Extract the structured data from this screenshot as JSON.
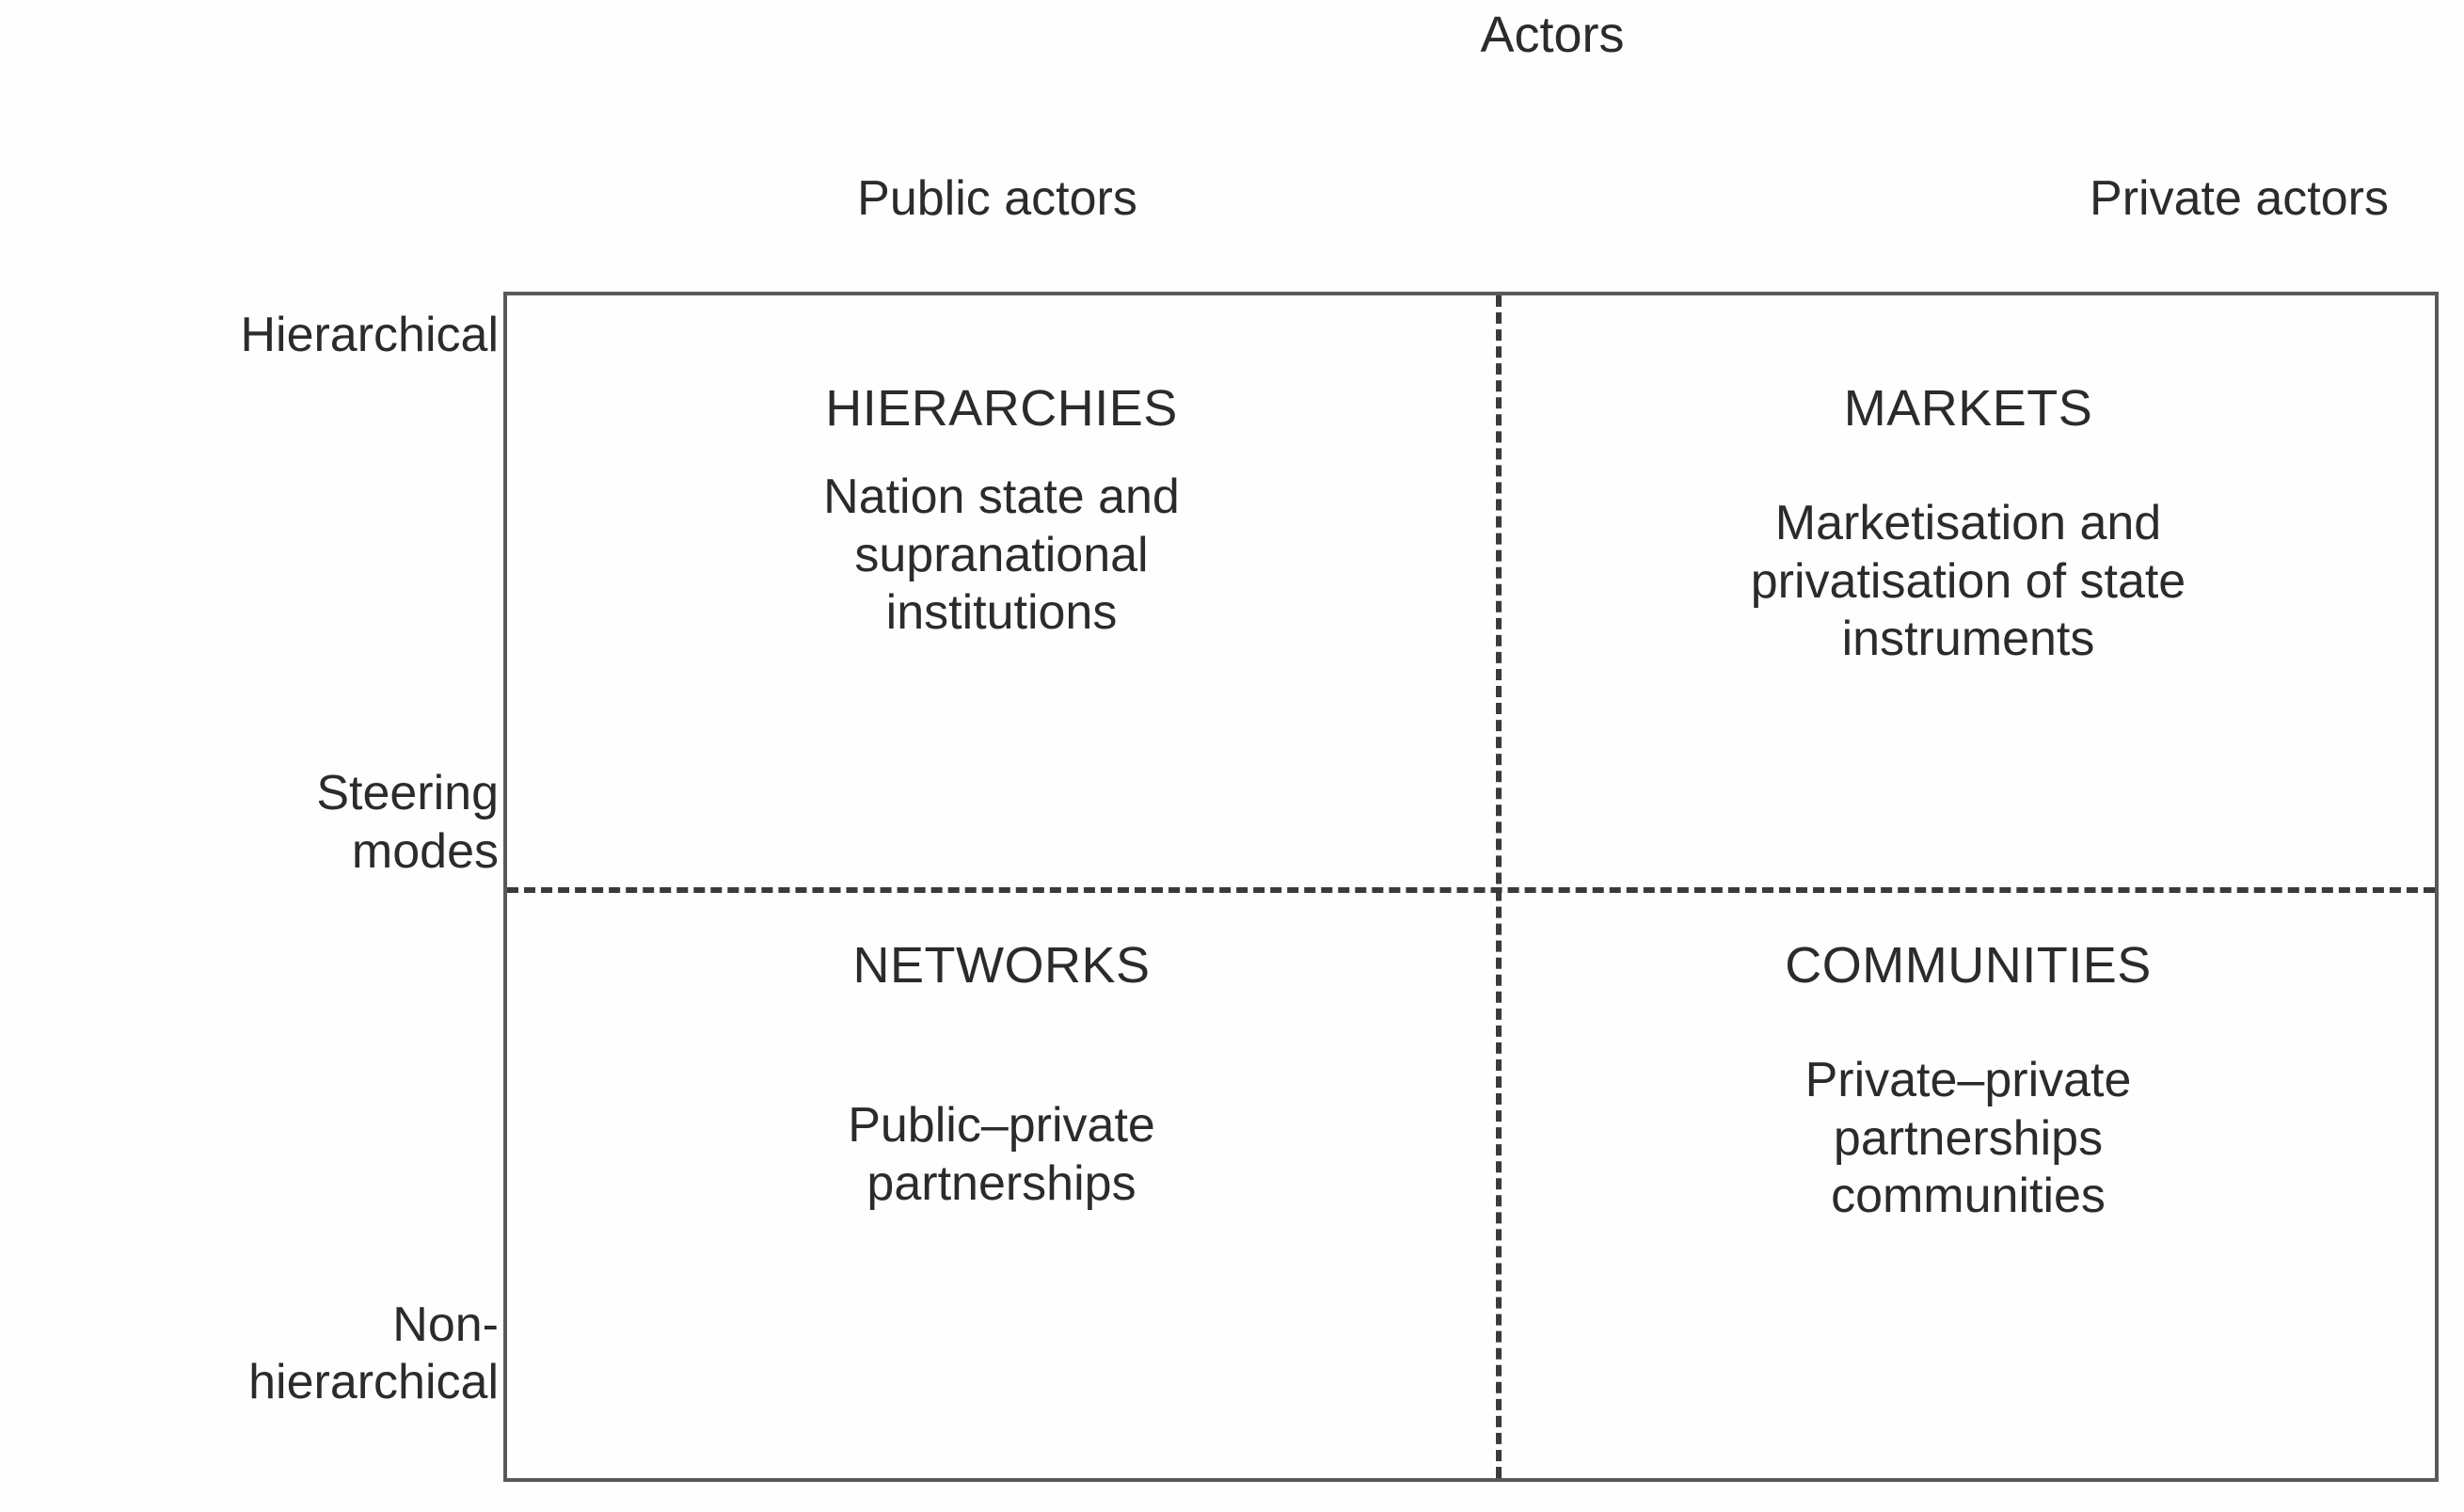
{
  "figure": {
    "title": "Actors",
    "axis_label_vertical": "Steering\nmodes"
  },
  "columns": {
    "left_header": "Public actors",
    "right_header": "Private actors"
  },
  "rows": {
    "top_label": "Hierarchical",
    "bottom_label": "Non-\nhierarchical"
  },
  "quadrants": {
    "top_left": {
      "title": "HIERARCHIES",
      "body": "Nation state and supranational institutions"
    },
    "top_right": {
      "title": "MARKETS",
      "body": "Marketisation and privatisation of state instruments"
    },
    "bottom_left": {
      "title": "NETWORKS",
      "body": "Public–private partnerships"
    },
    "bottom_right": {
      "title": "COMMUNITIES",
      "body": "Private–private partnerships communities"
    }
  },
  "style": {
    "border_color": "#58595b",
    "divider_color": "#3a3a3a",
    "text_color": "#2b2b2b",
    "background": "#fefefe"
  }
}
